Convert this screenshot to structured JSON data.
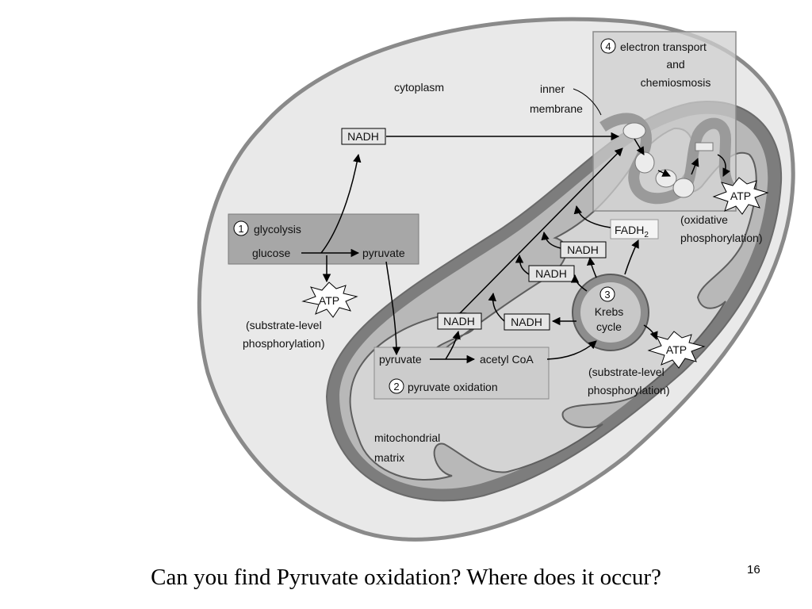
{
  "diagram": {
    "labels": {
      "cytoplasm": "cytoplasm",
      "inner_membrane_1": "inner",
      "inner_membrane_2": "membrane",
      "mitochondrial_matrix_1": "mitochondrial",
      "mitochondrial_matrix_2": "matrix"
    },
    "steps": {
      "step1_number": "1",
      "step1_title": "glycolysis",
      "step2_number": "2",
      "step2_title": "pyruvate oxidation",
      "step3_number": "3",
      "step3_title_1": "Krebs",
      "step3_title_2": "cycle",
      "step4_number": "4",
      "step4_title_1": "electron transport",
      "step4_title_2": "and",
      "step4_title_3": "chemiosmosis"
    },
    "molecules": {
      "glucose": "glucose",
      "pyruvate_cytoplasm": "pyruvate",
      "pyruvate_matrix": "pyruvate",
      "acetyl_coa": "acetyl CoA",
      "nadh_glycolysis": "NADH",
      "nadh_pyruvate_ox": "NADH",
      "nadh_krebs_1": "NADH",
      "nadh_krebs_2": "NADH",
      "nadh_krebs_3": "NADH",
      "fadh2_base": "FADH",
      "fadh2_sub": "2"
    },
    "atp": {
      "atp_glycolysis": "ATP",
      "atp_krebs": "ATP",
      "atp_etc": "ATP"
    },
    "phosphorylation": {
      "substrate_level_1_line1": "(substrate-level",
      "substrate_level_1_line2": "phosphorylation)",
      "substrate_level_2_line1": "(substrate-level",
      "substrate_level_2_line2": "phosphorylation)",
      "oxidative_line1": "(oxidative",
      "oxidative_line2": "phosphorylation)"
    }
  },
  "caption": "Can you find Pyruvate oxidation? Where does it occur?",
  "slide_number": "16"
}
